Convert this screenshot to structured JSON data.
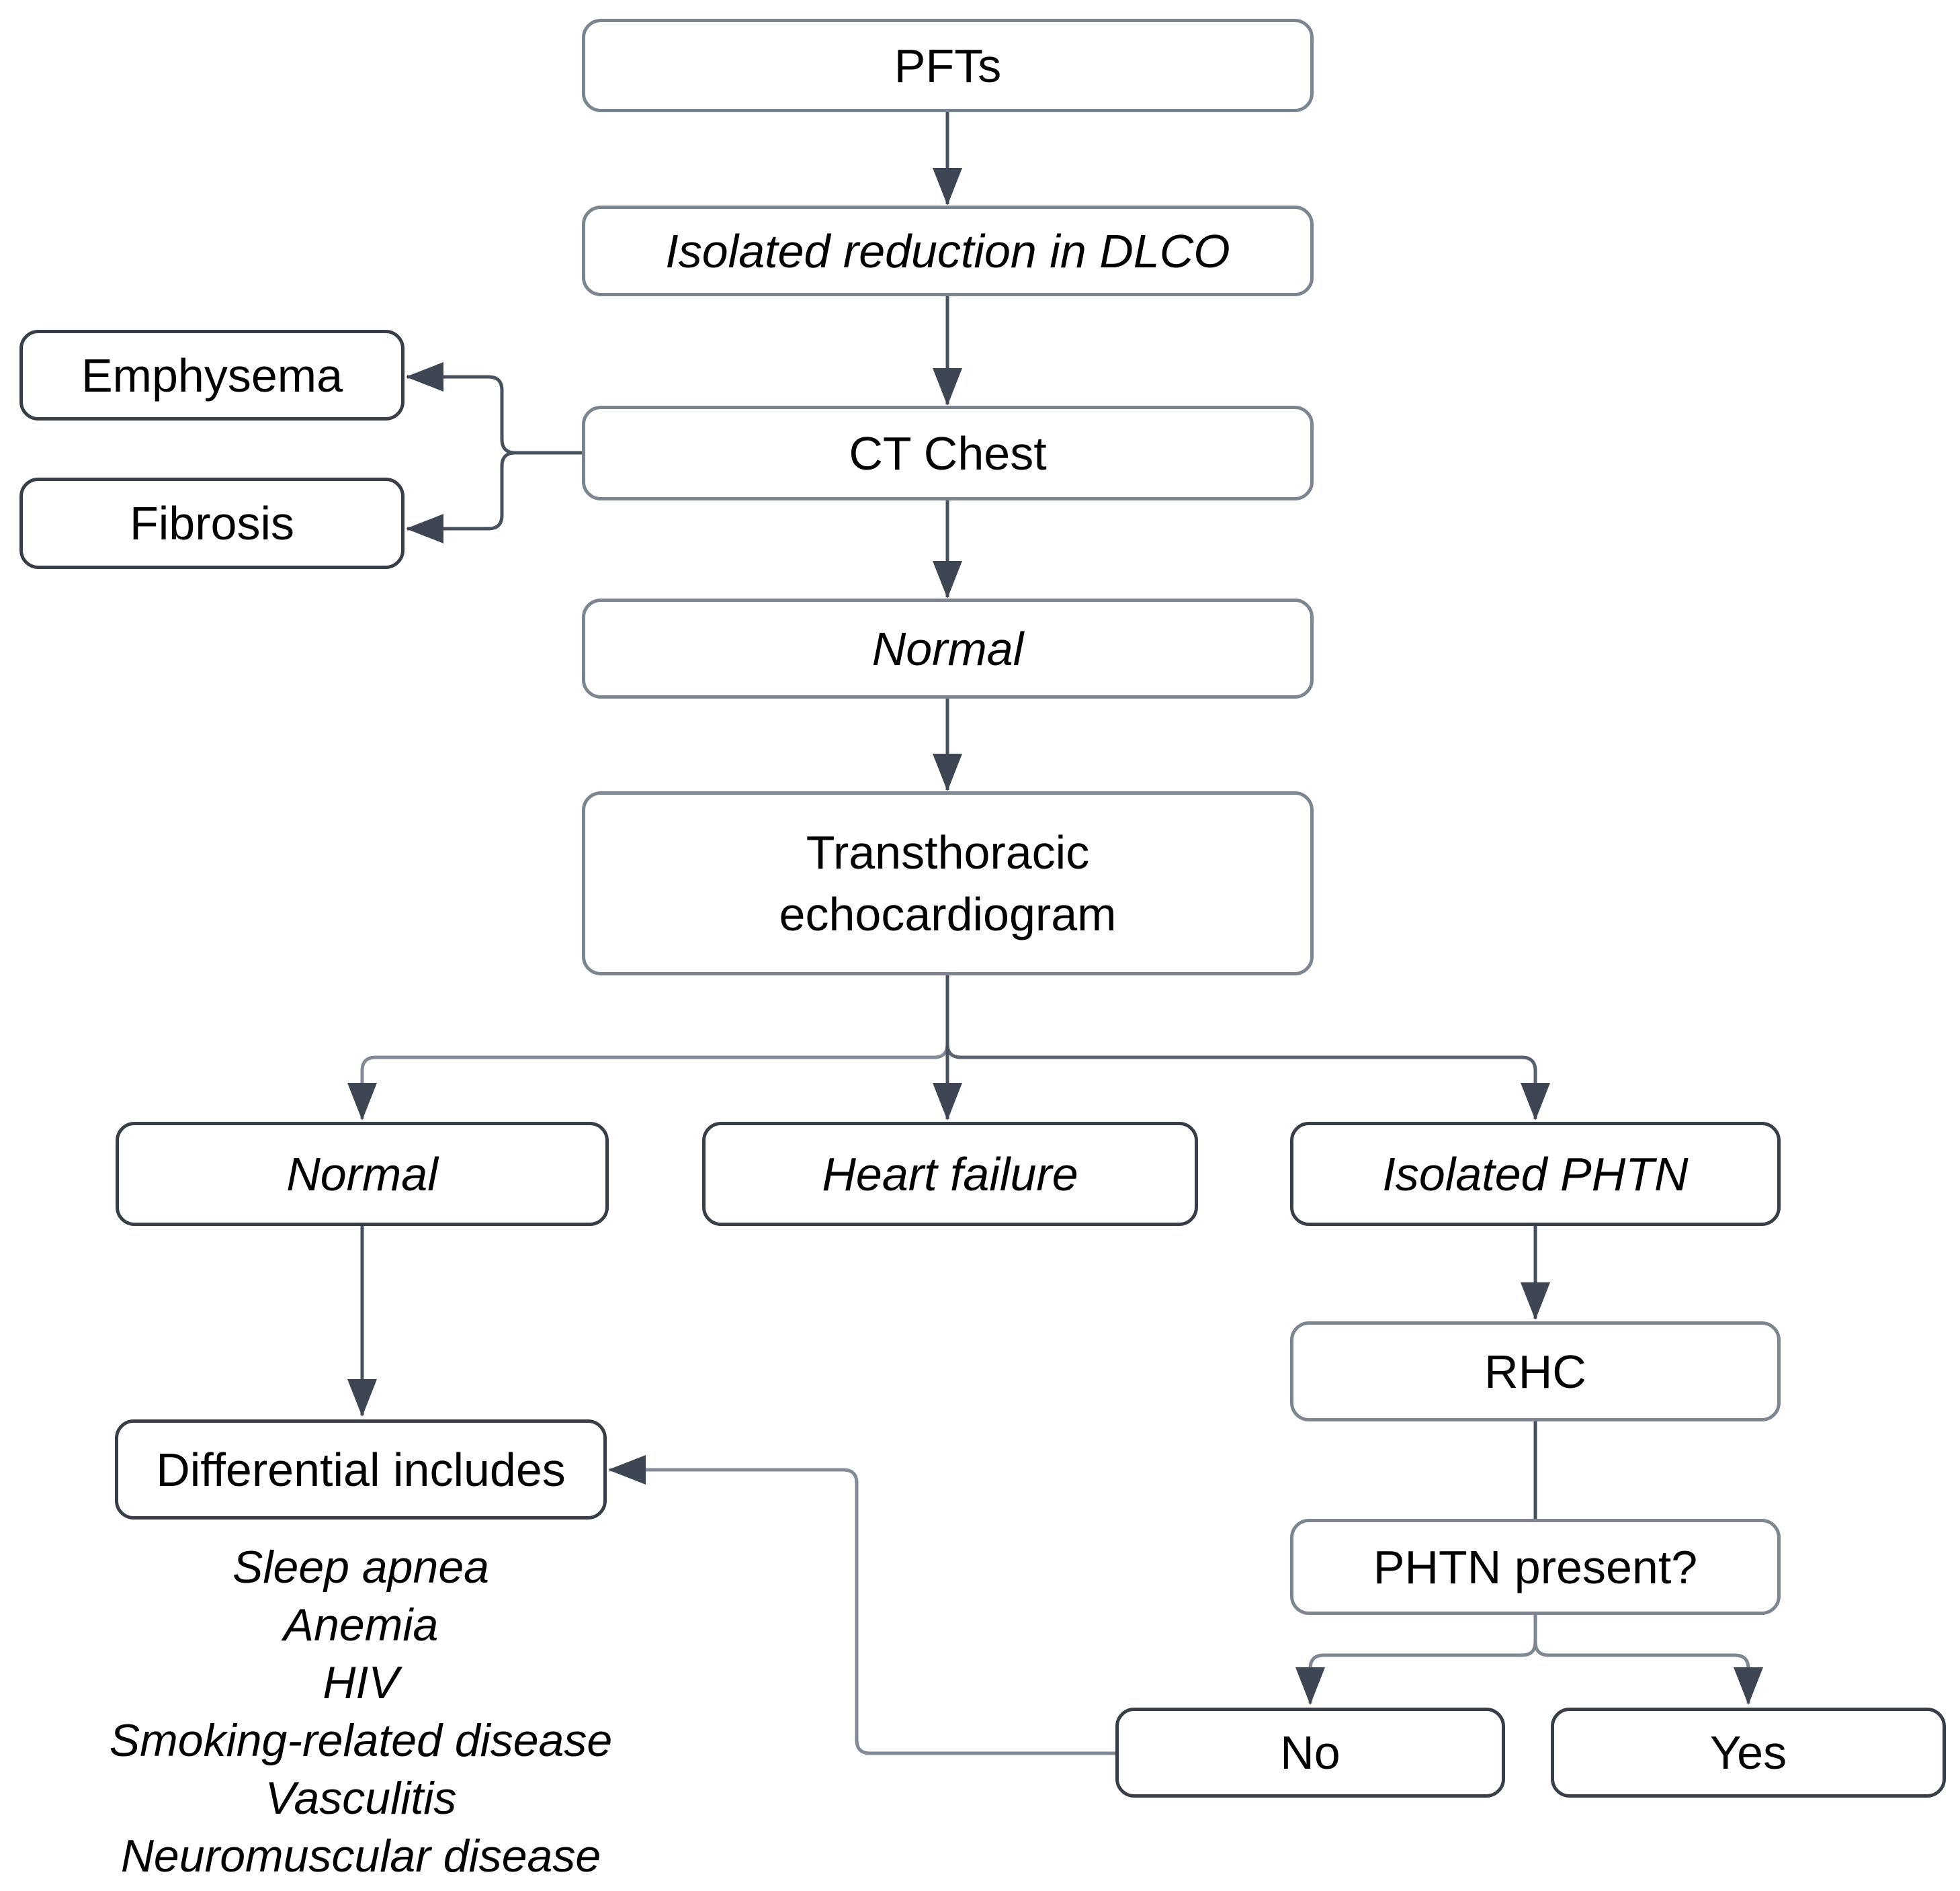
{
  "nodes": {
    "pfts": {
      "label": "PFTs"
    },
    "dlco": {
      "label": "Isolated reduction in DLCO"
    },
    "emphysema": {
      "label": "Emphysema"
    },
    "ct_chest": {
      "label": "CT Chest"
    },
    "fibrosis": {
      "label": "Fibrosis"
    },
    "normal_ct": {
      "label": "Normal"
    },
    "tte": {
      "label": "Transthoracic\nechocardiogram"
    },
    "normal_tte": {
      "label": "Normal"
    },
    "heart_failure": {
      "label": "Heart failure"
    },
    "isolated_phtn": {
      "label": "Isolated PHTN"
    },
    "rhc": {
      "label": "RHC"
    },
    "phtn_present": {
      "label": "PHTN present?"
    },
    "differential": {
      "label": "Differential includes"
    },
    "no": {
      "label": "No"
    },
    "yes": {
      "label": "Yes"
    }
  },
  "differential_list": [
    "Sleep apnea",
    "Anemia",
    "HIV",
    "Smoking-related disease",
    "Vasculitis",
    "Neuromuscular disease"
  ],
  "colors": {
    "background": "#ffffff",
    "box_fill": "#ffffff",
    "box_border_gray": "#7d8591",
    "box_border_dark": "#383e47",
    "connector_dark": "#47505c",
    "connector_light": "#828a95",
    "connector_mid": "#5a6270",
    "arrowhead": "#3e4653",
    "text": "#000000"
  }
}
